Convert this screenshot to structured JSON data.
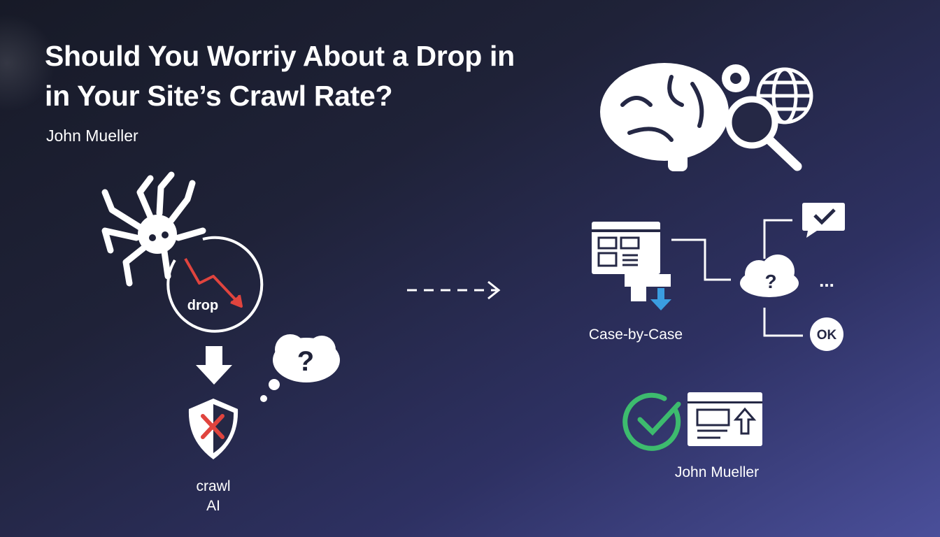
{
  "header": {
    "title_line1": "Should You Worriy About a Drop in",
    "title_line2": "in Your Site’s Crawl Rate?",
    "author": "John Mueller"
  },
  "left_diagram": {
    "gauge_label": "drop",
    "shield_label_line1": "crawl",
    "shield_label_line2": "AI",
    "thought_symbol": "?"
  },
  "right_diagram": {
    "case_label": "Case-by-Case",
    "cloud_symbol": "?",
    "ellipsis": "...",
    "ok_badge": "OK",
    "footer_author": "John Mueller"
  },
  "colors": {
    "accent_red": "#e0443e",
    "accent_blue": "#3a9de0",
    "accent_green": "#3dbb6e",
    "fg": "#ffffff"
  }
}
